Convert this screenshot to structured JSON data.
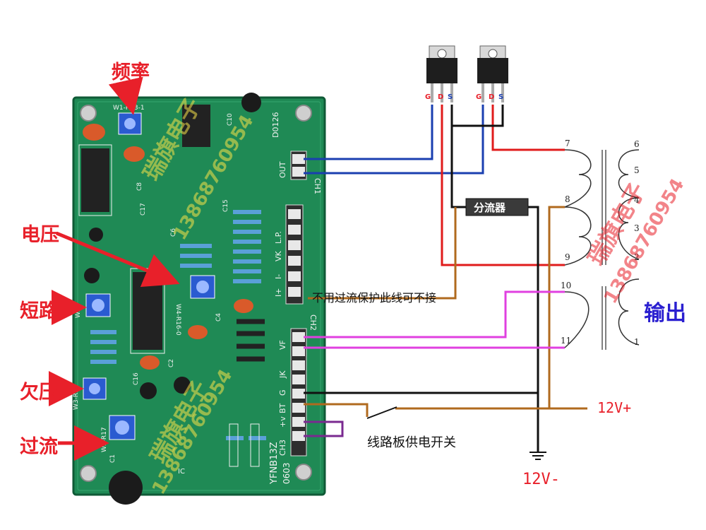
{
  "board": {
    "labels_cn": {
      "freq": "频率",
      "voltage": "电压",
      "short": "短路",
      "undervolt": "欠压",
      "overcurrent": "过流"
    },
    "silk": {
      "d0126": "D0126",
      "out": "OUT",
      "ch1": "CH1",
      "ch2": "CH2",
      "ch3": "CH3",
      "lp": "L.P.",
      "vk": "VK",
      "vf": "VF",
      "jk": "JK",
      "gnd": "G",
      "bt": "BT",
      "vplus": "+v",
      "i_minus": "I-",
      "i_plus": "I+",
      "model": "YFNB13Z",
      "date": "0603",
      "pot1": "W1-R23-1",
      "pot2": "W4-R16-0",
      "pot3": "W2",
      "pot4": "W3-R9",
      "pot5": "W5-R17",
      "c8": "C8",
      "c17": "C17",
      "c6": "C6",
      "c15": "C15",
      "c10": "C10",
      "c4": "C4",
      "c2": "C2",
      "c16": "C16",
      "c1": "C1",
      "ic": "IC"
    }
  },
  "mosfets": {
    "pins": [
      "G",
      "D",
      "S"
    ],
    "colors": {
      "g": "#e8202a",
      "d": "#e8202a",
      "s": "#1a3fb0"
    }
  },
  "shunt": {
    "label": "分流器"
  },
  "note_no_ocp": "不用过流保护此线可不接",
  "transformer": {
    "pins": [
      "7",
      "8",
      "9",
      "10",
      "11",
      "6",
      "5",
      "4",
      "3",
      "2",
      "1"
    ],
    "output_label": "输出"
  },
  "power": {
    "plus": "12V+",
    "minus": "12V-",
    "switch_label": "线路板供电开关"
  },
  "watermark": {
    "brand": "瑞旗电子",
    "phone": "13868760954"
  },
  "colors": {
    "red_label": "#e8202a",
    "blue_wire": "#1a3fb0",
    "red_wire": "#e01b1b",
    "black_wire": "#111111",
    "brown_wire": "#b06a1e",
    "magenta_wire": "#e040e0",
    "purple_wire": "#7a2a90",
    "pcb_green": "#1f8a55",
    "output_blue": "#2a1fd0"
  }
}
